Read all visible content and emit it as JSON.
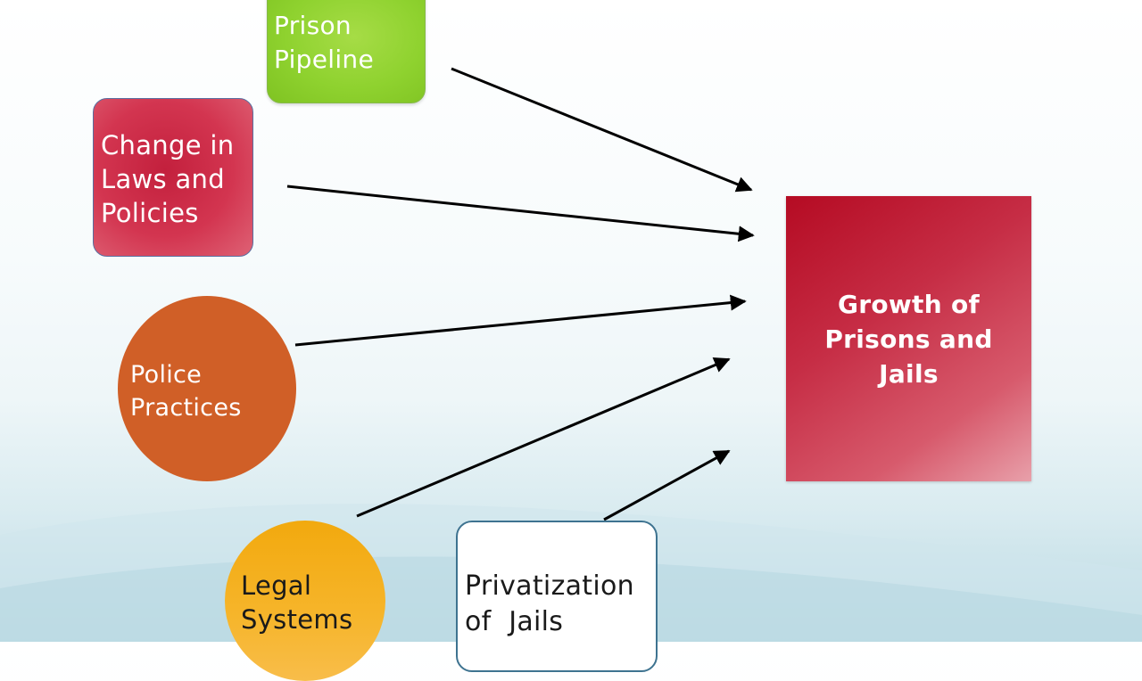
{
  "diagram": {
    "target": {
      "lines": [
        "Growth of",
        "Prisons and",
        "Jails"
      ]
    },
    "sources": [
      {
        "id": "prison-pipeline",
        "lines": [
          "Prison",
          "Pipeline"
        ]
      },
      {
        "id": "change-laws",
        "lines": [
          "Change in",
          "Laws and",
          "Policies"
        ]
      },
      {
        "id": "police-practices",
        "lines": [
          "Police",
          "Practices"
        ]
      },
      {
        "id": "legal-systems",
        "lines": [
          "Legal",
          "Systems"
        ]
      },
      {
        "id": "privatization",
        "lines": [
          "Privatization",
          "of  Jails"
        ]
      }
    ],
    "edges": [
      {
        "from": "prison-pipeline",
        "to": "target"
      },
      {
        "from": "change-laws",
        "to": "target"
      },
      {
        "from": "police-practices",
        "to": "target"
      },
      {
        "from": "legal-systems",
        "to": "target"
      },
      {
        "from": "privatization",
        "to": "target"
      }
    ],
    "colors": {
      "prison_pipeline": "#8fd22f",
      "change_laws": "#d33550",
      "police_practices": "#d05f27",
      "legal_systems": "#f6b52b",
      "privatization_border": "#3e7390",
      "target": "#c62d45",
      "arrow": "#000000"
    }
  }
}
